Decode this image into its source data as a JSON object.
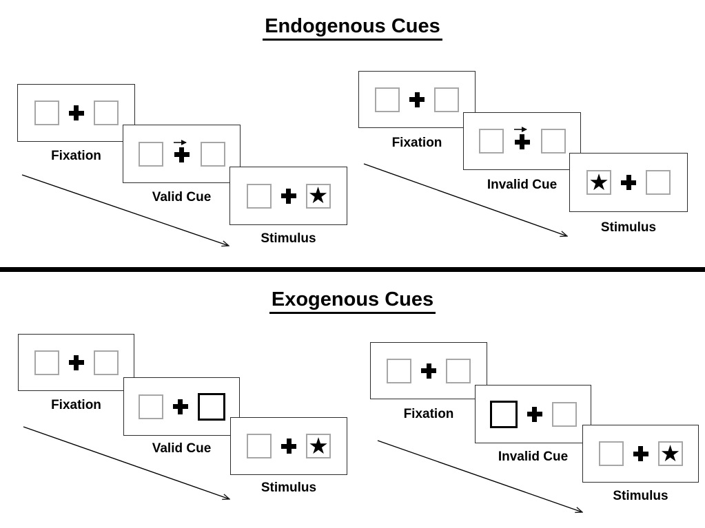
{
  "colors": {
    "background": "#ffffff",
    "ink": "#000000",
    "card_border": "#2b2b2b",
    "placeholder_box_border": "#a6a6a6"
  },
  "icons": {
    "star": "★",
    "fixation_cross": "heavy plus cross",
    "cue_arrow": "thin right arrow"
  },
  "sections": [
    {
      "title": "Endogenous Cues",
      "panels": [
        {
          "condition": "valid",
          "frames": [
            {
              "label": "Fixation",
              "screen": "two-empty-boxes-central-cross"
            },
            {
              "label": "Valid Cue",
              "screen": "central-arrow-cue",
              "cue_direction": "right"
            },
            {
              "label": "Stimulus",
              "screen": "star-in-box",
              "star_side": "right"
            }
          ]
        },
        {
          "condition": "invalid",
          "frames": [
            {
              "label": "Fixation",
              "screen": "two-empty-boxes-central-cross"
            },
            {
              "label": "Invalid Cue",
              "screen": "central-arrow-cue",
              "cue_direction": "right"
            },
            {
              "label": "Stimulus",
              "screen": "star-in-box",
              "star_side": "left"
            }
          ]
        }
      ]
    },
    {
      "title": "Exogenous Cues",
      "panels": [
        {
          "condition": "valid",
          "frames": [
            {
              "label": "Fixation",
              "screen": "two-empty-boxes-central-cross"
            },
            {
              "label": "Valid Cue",
              "screen": "peripheral-bold-box-cue",
              "cue_side": "right"
            },
            {
              "label": "Stimulus",
              "screen": "star-in-box",
              "star_side": "right"
            }
          ]
        },
        {
          "condition": "invalid",
          "frames": [
            {
              "label": "Fixation",
              "screen": "two-empty-boxes-central-cross"
            },
            {
              "label": "Invalid Cue",
              "screen": "peripheral-bold-box-cue",
              "cue_side": "left"
            },
            {
              "label": "Stimulus",
              "screen": "star-in-box",
              "star_side": "right"
            }
          ]
        }
      ]
    }
  ]
}
